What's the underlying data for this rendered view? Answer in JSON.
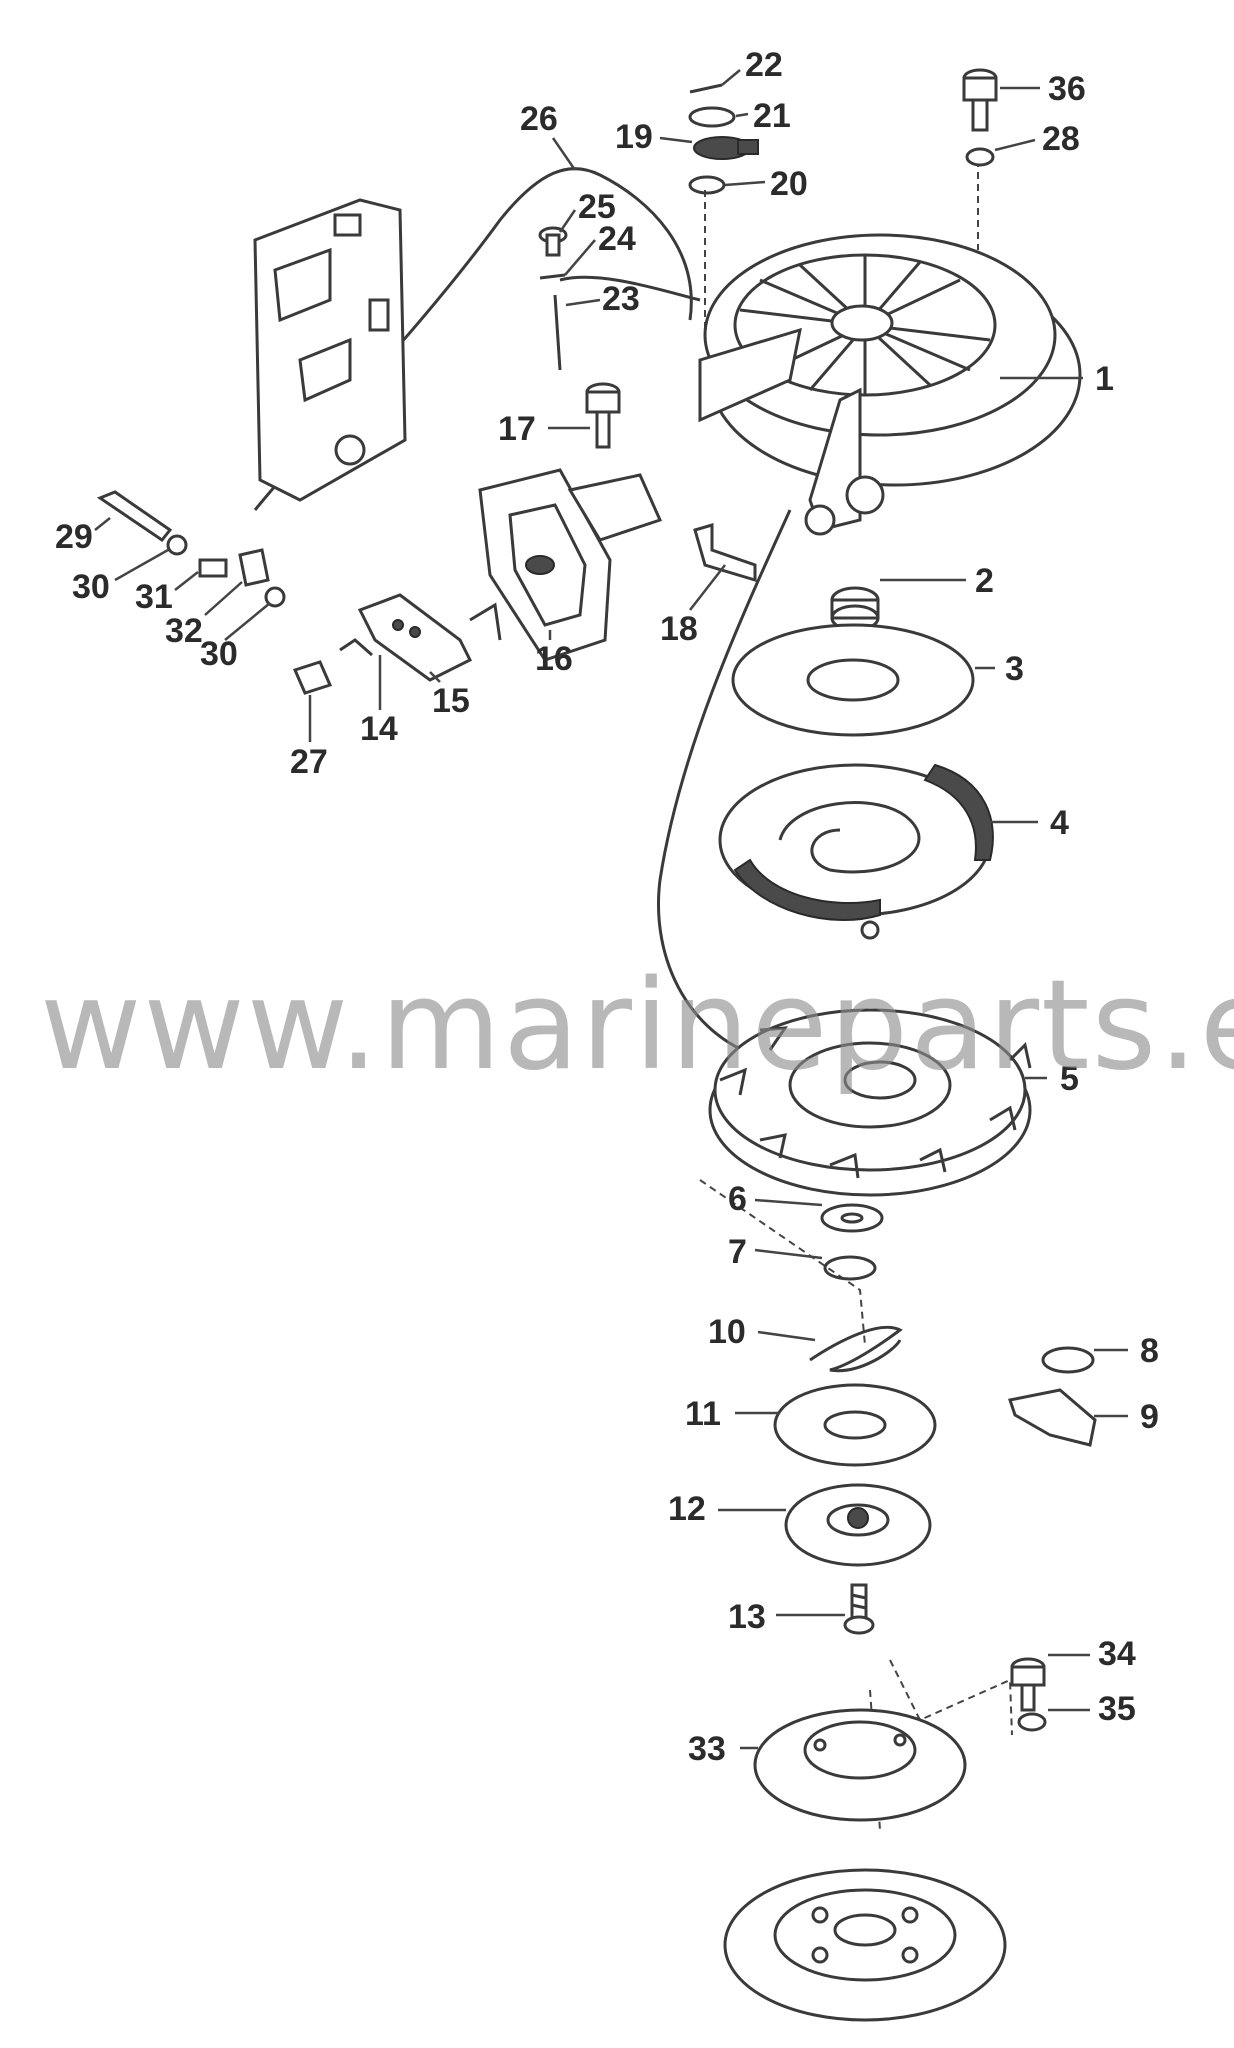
{
  "watermark": "www.marineparts.eu",
  "callouts": [
    {
      "id": "1",
      "text": "1"
    },
    {
      "id": "2",
      "text": "2"
    },
    {
      "id": "3",
      "text": "3"
    },
    {
      "id": "4",
      "text": "4"
    },
    {
      "id": "5",
      "text": "5"
    },
    {
      "id": "6",
      "text": "6"
    },
    {
      "id": "7",
      "text": "7"
    },
    {
      "id": "8",
      "text": "8"
    },
    {
      "id": "9",
      "text": "9"
    },
    {
      "id": "10",
      "text": "10"
    },
    {
      "id": "11",
      "text": "11"
    },
    {
      "id": "12",
      "text": "12"
    },
    {
      "id": "13",
      "text": "13"
    },
    {
      "id": "14",
      "text": "14"
    },
    {
      "id": "15",
      "text": "15"
    },
    {
      "id": "16",
      "text": "16"
    },
    {
      "id": "17",
      "text": "17"
    },
    {
      "id": "18",
      "text": "18"
    },
    {
      "id": "19",
      "text": "19"
    },
    {
      "id": "20",
      "text": "20"
    },
    {
      "id": "21",
      "text": "21"
    },
    {
      "id": "22",
      "text": "22"
    },
    {
      "id": "23",
      "text": "23"
    },
    {
      "id": "24",
      "text": "24"
    },
    {
      "id": "25",
      "text": "25"
    },
    {
      "id": "26",
      "text": "26"
    },
    {
      "id": "27",
      "text": "27"
    },
    {
      "id": "28",
      "text": "28"
    },
    {
      "id": "29",
      "text": "29"
    },
    {
      "id": "30",
      "text": "30"
    },
    {
      "id": "30b",
      "text": "30"
    },
    {
      "id": "31",
      "text": "31"
    },
    {
      "id": "32",
      "text": "32"
    },
    {
      "id": "33",
      "text": "33"
    },
    {
      "id": "34",
      "text": "34"
    },
    {
      "id": "35",
      "text": "35"
    },
    {
      "id": "36",
      "text": "36"
    }
  ]
}
